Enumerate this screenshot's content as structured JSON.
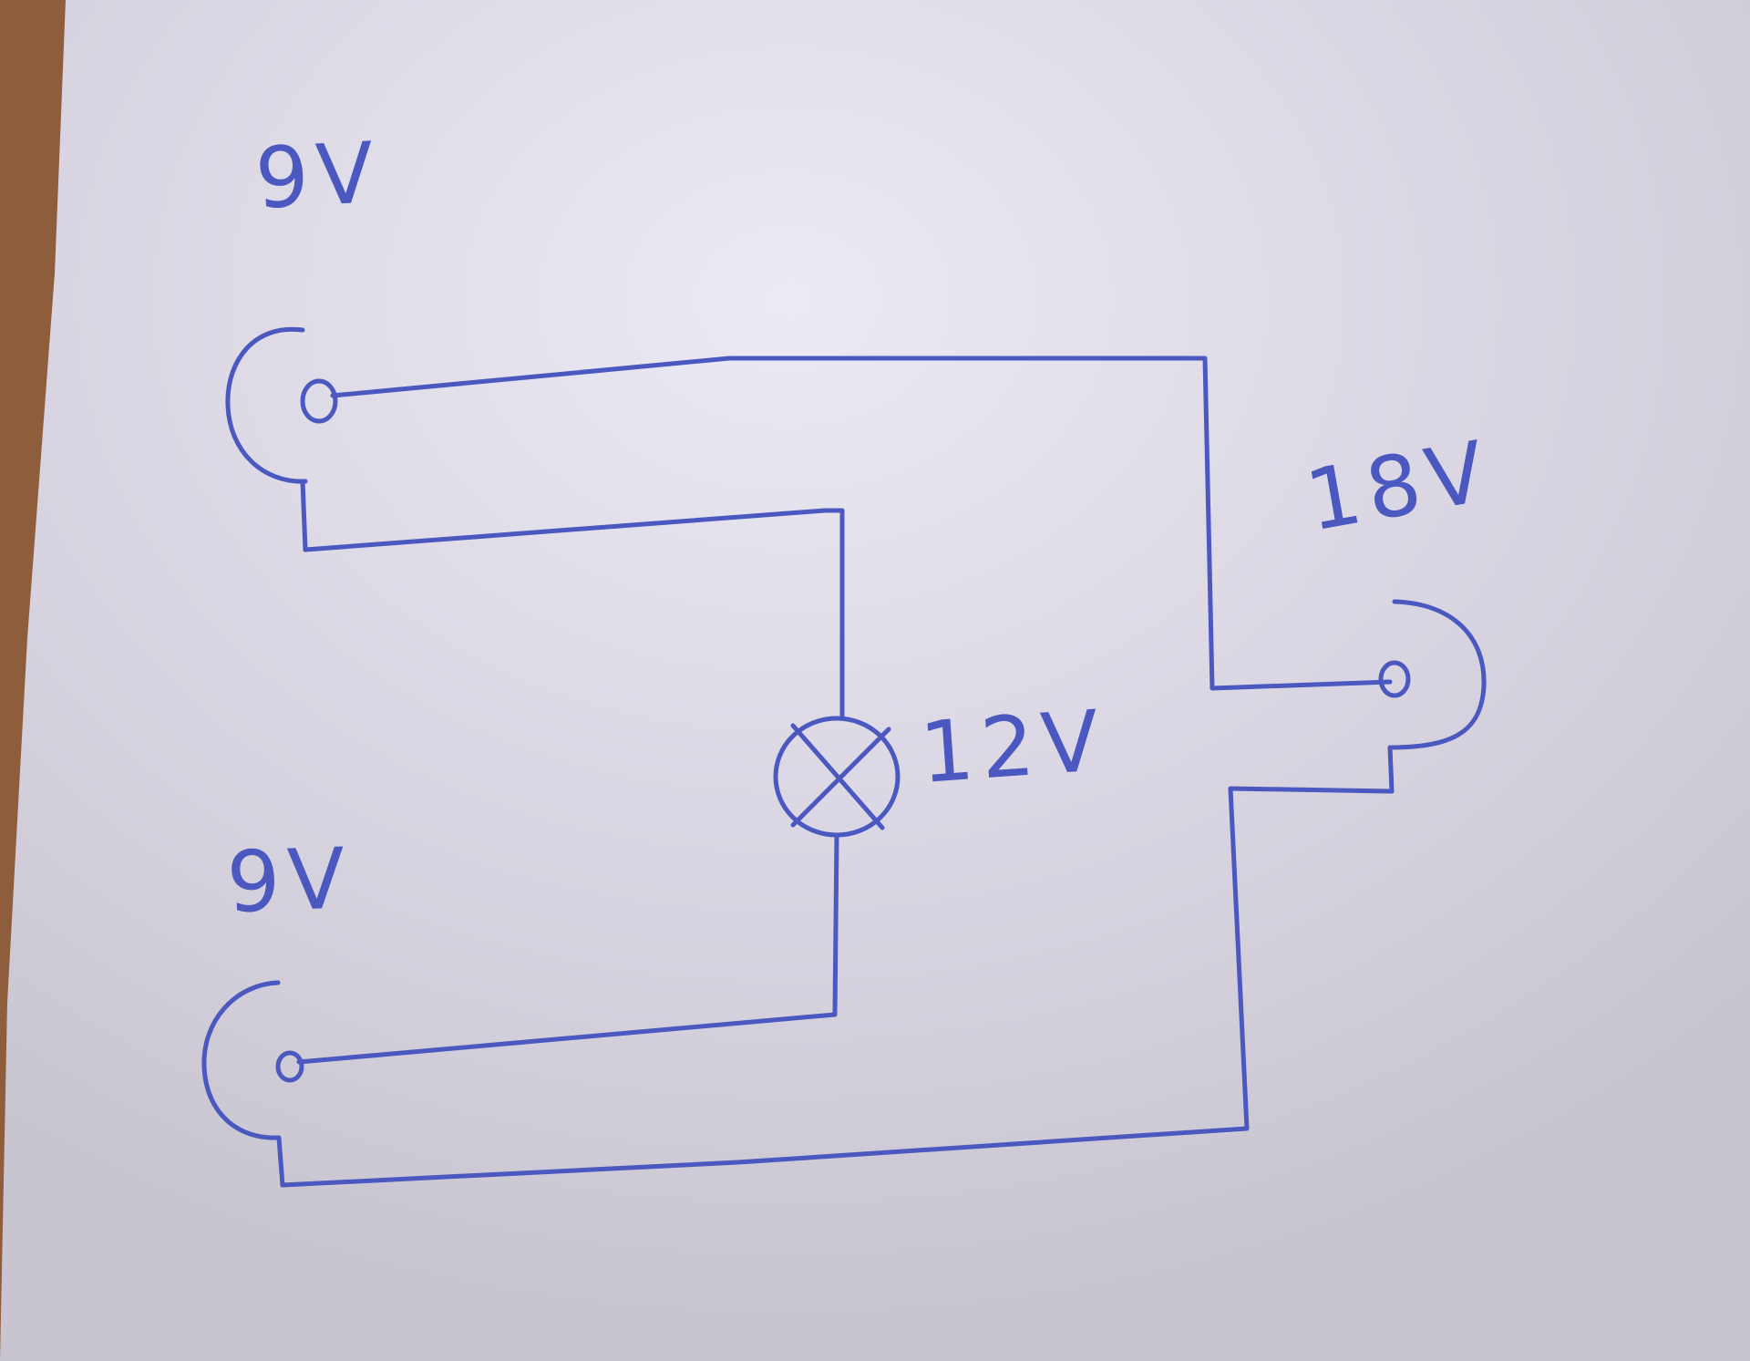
{
  "colors": {
    "paper": "#d7d3e0",
    "table": "#8d5d3c",
    "ink": "#4a58c0"
  },
  "labels": {
    "source_top": "9V",
    "source_bottom": "9V",
    "output": "18V",
    "lamp": "12V"
  },
  "components": {
    "top_source": "battery-terminal",
    "bottom_source": "battery-terminal",
    "output_terminal": "battery-terminal",
    "lamp_symbol": "lamp-cross-icon"
  }
}
